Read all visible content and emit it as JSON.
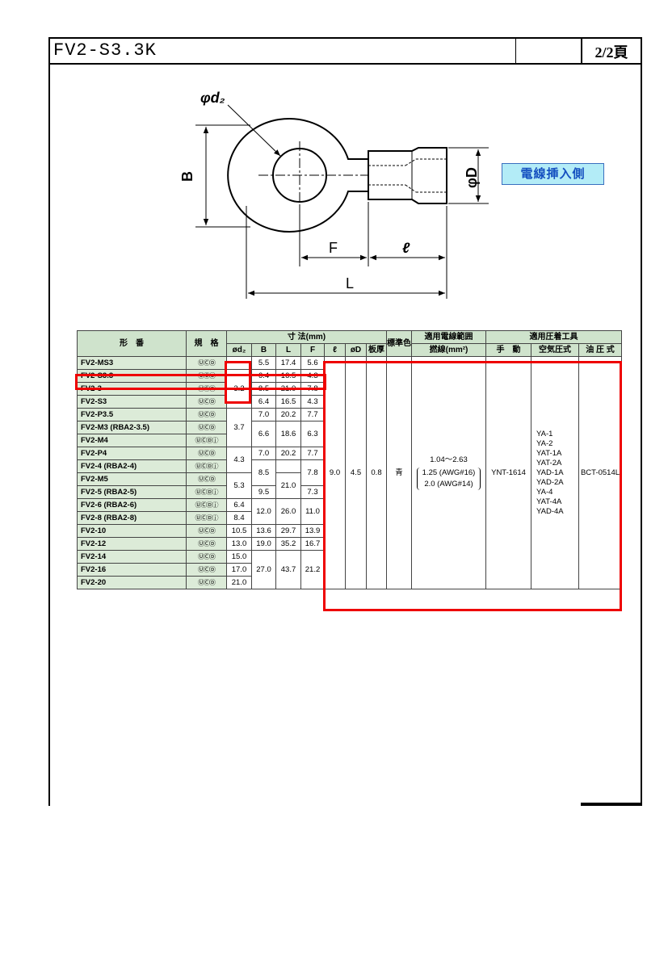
{
  "header": {
    "title": "FV2-S3.3K",
    "page": "2/2頁"
  },
  "drawing": {
    "labels": {
      "d2": "φd₂",
      "B": "B",
      "D": "φD",
      "F": "F",
      "l": "ℓ",
      "L": "L"
    },
    "insert_side_label": "電線挿入側"
  },
  "table": {
    "headers": {
      "model": "形　番",
      "standard": "規　格",
      "dims": "寸 法(mm)",
      "d2": "ød₂",
      "B": "B",
      "L": "L",
      "F": "F",
      "l": "ℓ",
      "D": "øD",
      "t": "板厚",
      "color": "標準色",
      "wire_range": "適用電線範囲",
      "wire_sub": "撚線(mm²)",
      "tools": "適用圧着工具",
      "manual": "手　動",
      "air": "空気圧式",
      "hydraulic": "油 圧 式"
    },
    "standards_mark": "ⓊⒸⒹ",
    "standards_mark_jis": "ⓊⒸⒹⓙ",
    "rows": [
      {
        "model": "FV2-MS3",
        "d2": "",
        "B": "5.5",
        "L": "17.4",
        "F": "5.6"
      },
      {
        "model": "FV2-S3.3",
        "d2": "3.2",
        "B": "6.4",
        "L": "16.5",
        "F": "4.3"
      },
      {
        "model": "FV2-3",
        "d2": "",
        "B": "8.5",
        "L": "21.0",
        "F": "7.8"
      },
      {
        "model": "FV2-S3",
        "d2": "",
        "B": "6.4",
        "L": "16.5",
        "F": "4.3"
      },
      {
        "model": "FV2-P3.5",
        "d2": "3.7",
        "B": "7.0",
        "L": "20.2",
        "F": "7.7"
      },
      {
        "model": "FV2-M3  (RBA2-3.5)",
        "d2": "",
        "B": "6.6",
        "L": "18.6",
        "F": "6.3"
      },
      {
        "model": "FV2-M4",
        "d2": "",
        "B": "",
        "L": "",
        "F": ""
      },
      {
        "model": "FV2-P4",
        "d2": "4.3",
        "B": "7.0",
        "L": "20.2",
        "F": "7.7"
      },
      {
        "model": "FV2-4  (RBA2-4)",
        "d2": "",
        "B": "8.5",
        "L": "",
        "F": "7.8"
      },
      {
        "model": "FV2-M5",
        "d2": "5.3",
        "B": "",
        "L": "21.0",
        "F": ""
      },
      {
        "model": "FV2-5  (RBA2-5)",
        "d2": "",
        "B": "9.5",
        "L": "",
        "F": "7.3"
      },
      {
        "model": "FV2-6  (RBA2-6)",
        "d2": "6.4",
        "B": "12.0",
        "L": "26.0",
        "F": "11.0"
      },
      {
        "model": "FV2-8  (RBA2-8)",
        "d2": "8.4",
        "B": "",
        "L": "",
        "F": ""
      },
      {
        "model": "FV2-10",
        "d2": "10.5",
        "B": "13.6",
        "L": "29.7",
        "F": "13.9"
      },
      {
        "model": "FV2-12",
        "d2": "13.0",
        "B": "19.0",
        "L": "35.2",
        "F": "16.7"
      },
      {
        "model": "FV2-14",
        "d2": "15.0",
        "B": "27.0",
        "L": "43.7",
        "F": "21.2"
      },
      {
        "model": "FV2-16",
        "d2": "17.0",
        "B": "",
        "L": "",
        "F": ""
      },
      {
        "model": "FV2-20",
        "d2": "21.0",
        "B": "",
        "L": "",
        "F": ""
      }
    ],
    "common": {
      "l": "9.0",
      "D": "4.5",
      "t": "0.8",
      "color": "青",
      "wire_main": "1.04～2.63",
      "wire_1": "1.25 (AWG#16)",
      "wire_2": "2.0  (AWG#14)",
      "manual": "YNT-1614",
      "air_tools": "YA-1\nYA-2\nYAT-1A\nYAT-2A\nYAD-1A\nYAD-2A\nYA-4\nYAT-4A\nYAD-4A",
      "hydraulic": "BCT-0514L"
    }
  }
}
